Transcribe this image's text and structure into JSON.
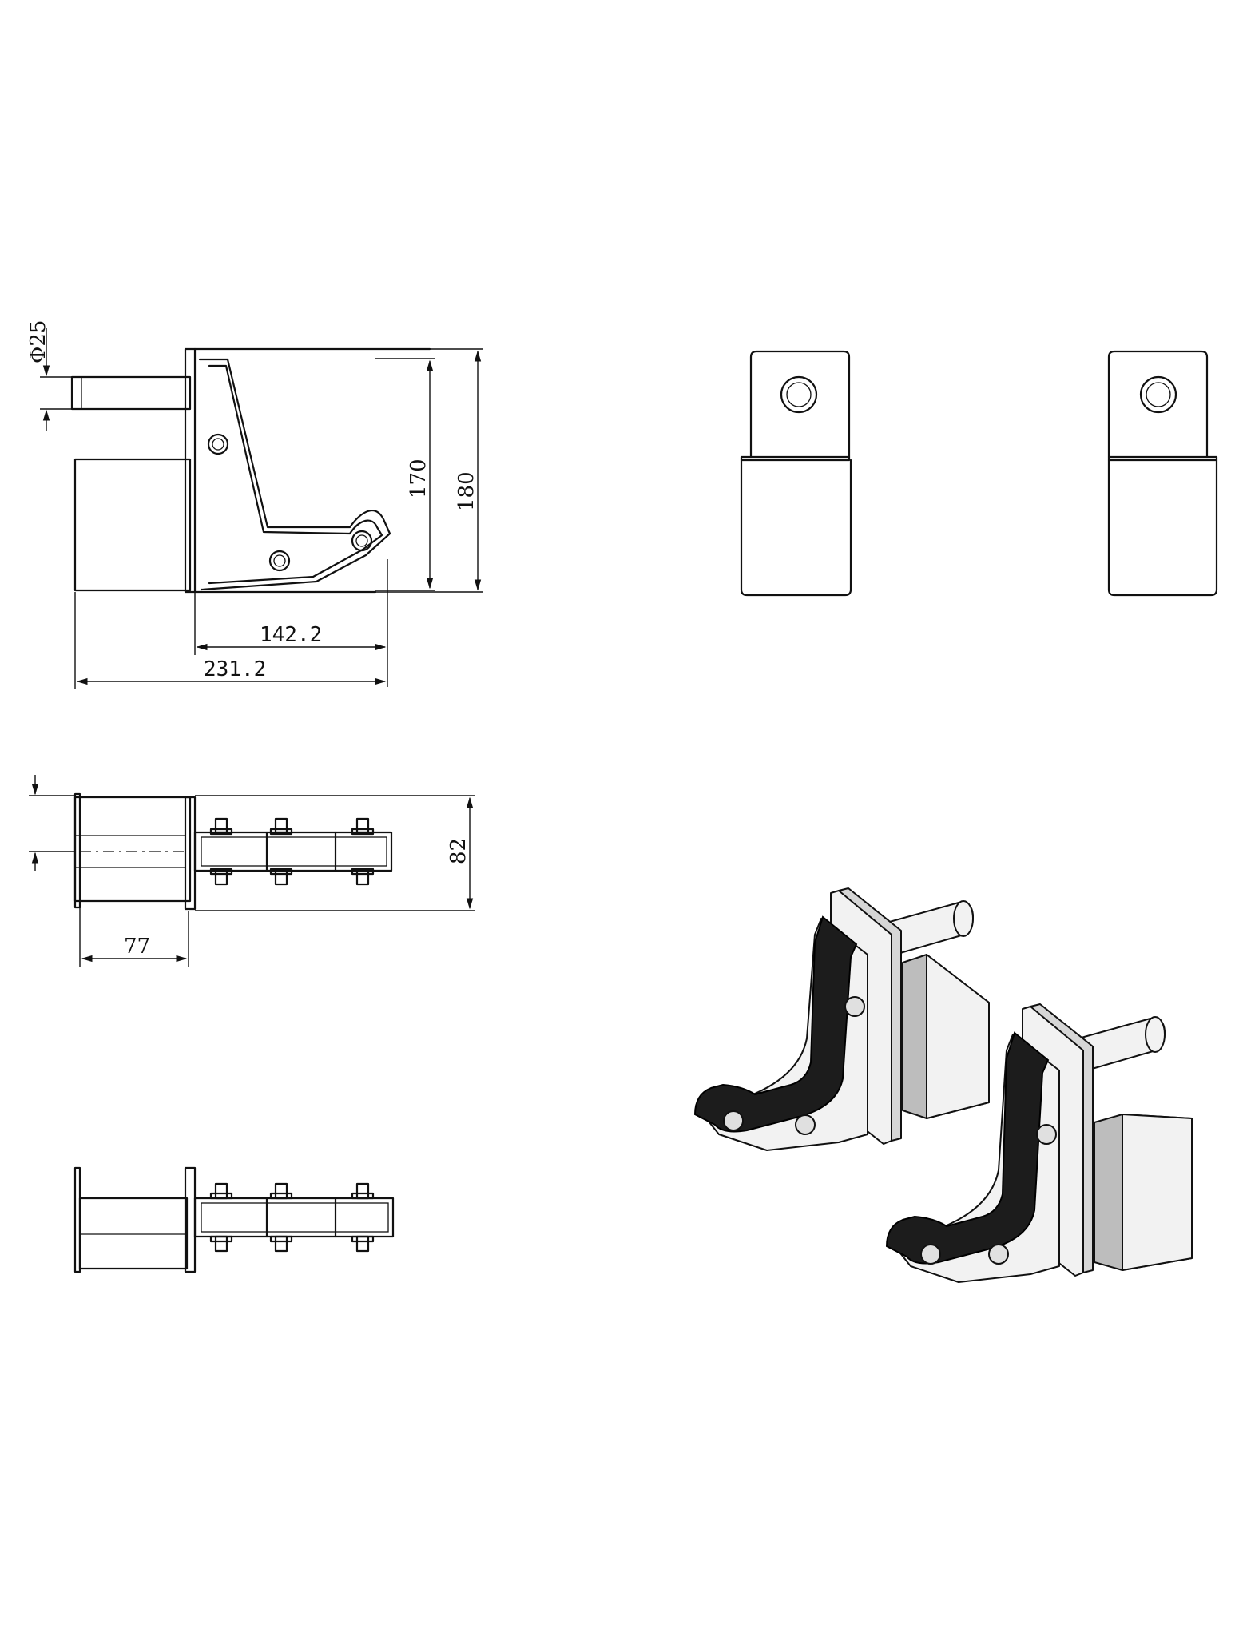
{
  "dimensions": {
    "pin_diameter": "Φ25",
    "inner_height": "170",
    "total_height": "180",
    "arm_length": "142.2",
    "total_length": "231.2",
    "total_width": "82",
    "sleeve_length": "77"
  },
  "views": [
    "side-view",
    "front-view",
    "rear-view",
    "top-view",
    "bottom-view",
    "isometric-view"
  ]
}
